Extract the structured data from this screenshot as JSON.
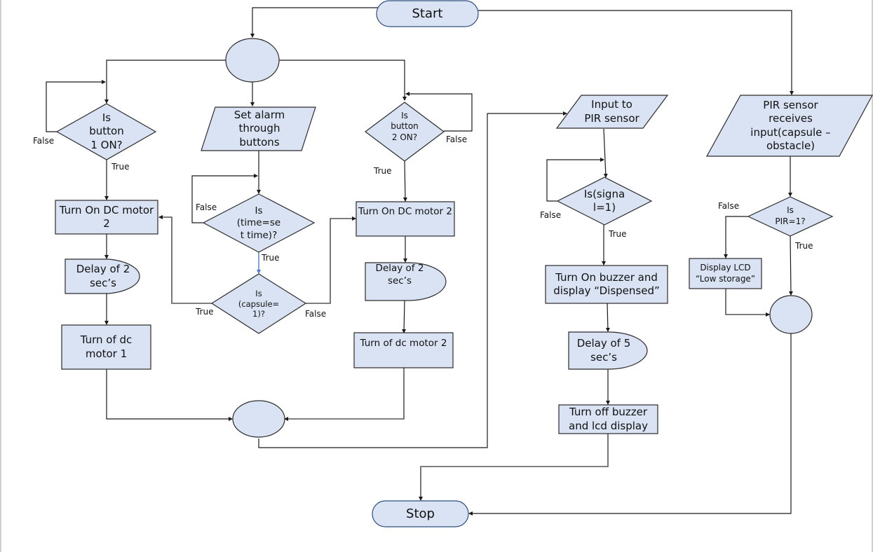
{
  "diagram": {
    "type": "flowchart",
    "terminals": {
      "start": "Start",
      "stop": "Stop"
    },
    "nodes": {
      "btn1_decision": "Is\nbutton\n1 ON?",
      "set_alarm": "Set alarm\nthrough\nbuttons",
      "btn2_decision": "Is\nbutton\n2  ON?",
      "time_decision": "Is\n(time=se\nt time)?",
      "capsule_decision": "Is\n(capsule=\n1)?",
      "dc_motor2_on_left": "Turn On DC motor\n2",
      "delay2_left": "Delay of 2\nsec’s",
      "dc_motor1_off": "Turn of dc\nmotor 1",
      "dc_motor2_on_right": "Turn On DC motor 2",
      "delay2_right": "Delay of 2\nsec’s",
      "dc_motor2_off": "Turn of dc motor 2",
      "pir_input": "Input to\nPIR sensor",
      "signal_decision": "Is(signa\nl=1)",
      "buzzer_on": "Turn On buzzer and\ndisplay “Dispensed”",
      "delay5": "Delay of 5\nsec’s",
      "buzzer_off": "Turn off buzzer\nand lcd display",
      "pir_receives": "PIR sensor\nreceives\ninput(capsule –\nobstacle)",
      "pir_decision": "Is\nPIR=1?",
      "lcd_low_storage": "Display LCD\n“Low storage”"
    },
    "edge_labels": {
      "btn1_false": "False",
      "btn1_true": "True",
      "btn2_false": "False",
      "btn2_true": "True",
      "time_false": "False",
      "time_true": "True",
      "capsule_true": "True",
      "capsule_false": "False",
      "signal_false": "False",
      "signal_true": "True",
      "pir_false": "False",
      "pir_true": "True"
    },
    "colors": {
      "shape_fill": "#dae3f3",
      "terminal_stroke": "#2f4f7f",
      "line": "#1a1a1a",
      "highlight_line": "#4a7bd0"
    }
  }
}
